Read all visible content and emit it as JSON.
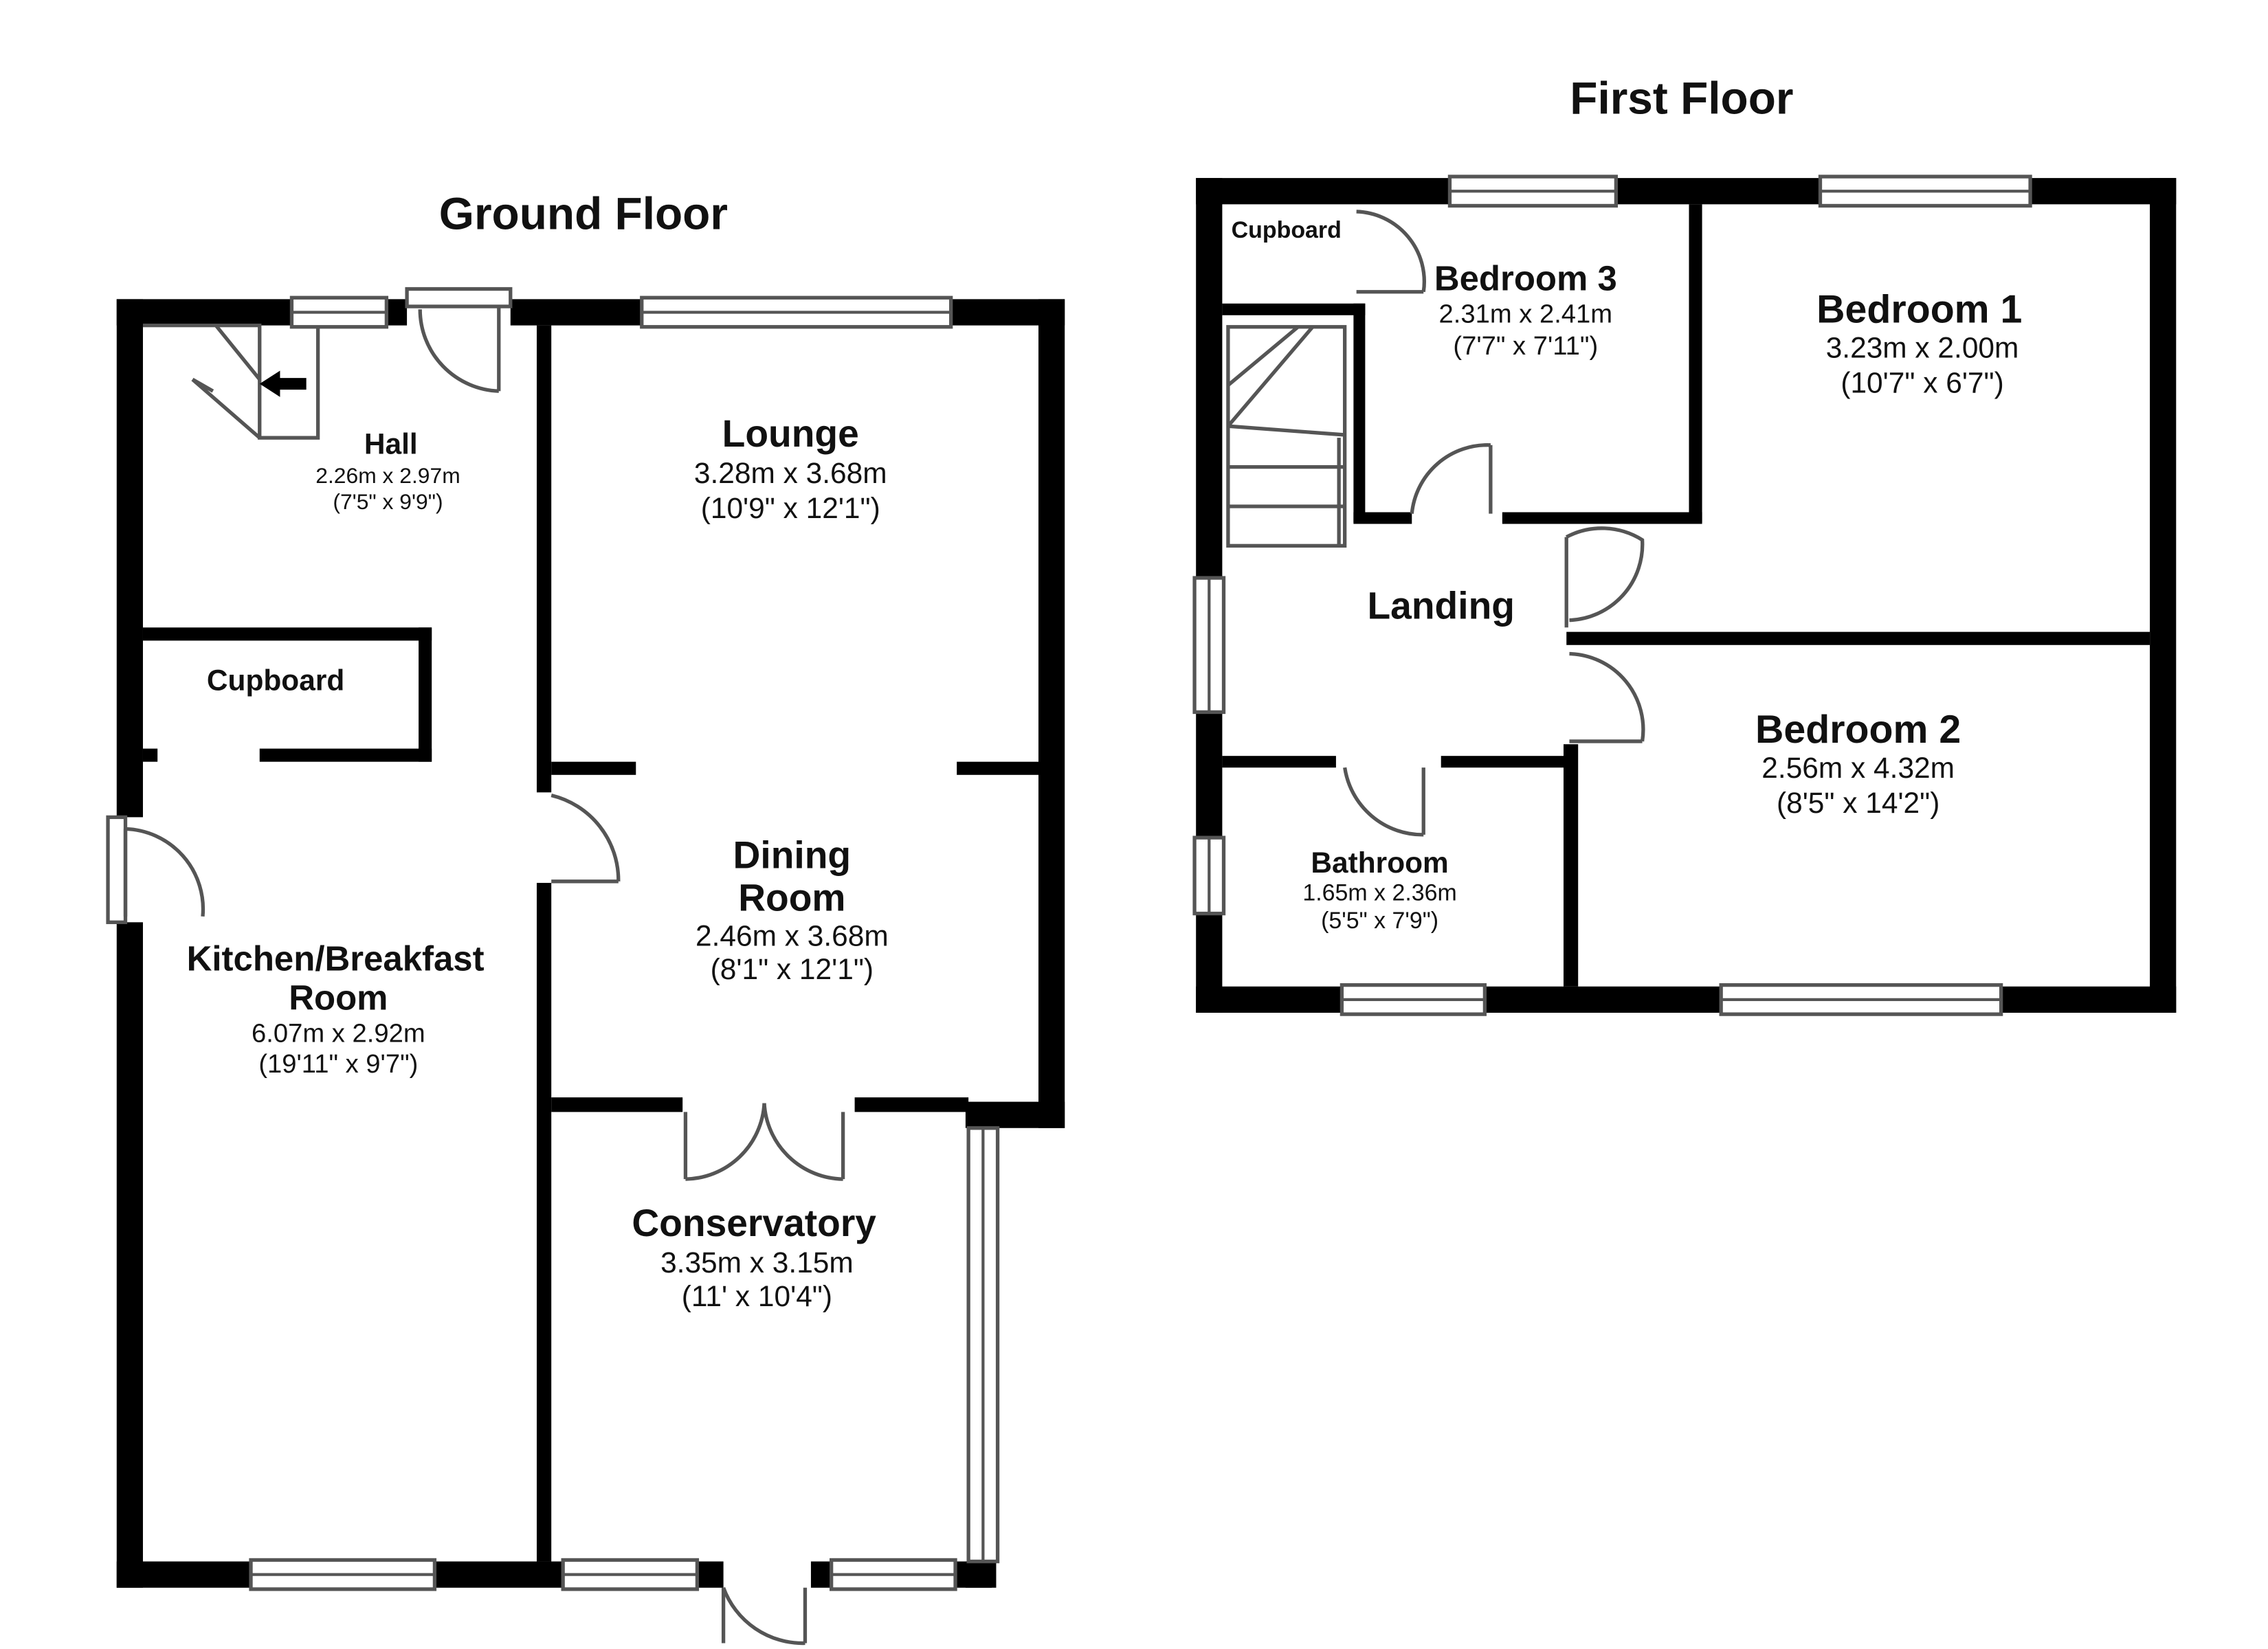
{
  "floors": {
    "ground": {
      "title": "Ground Floor"
    },
    "first": {
      "title": "First Floor"
    }
  },
  "rooms": {
    "hall": {
      "name": "Hall",
      "metric": "2.26m x 2.97m",
      "imperial": "(7'5\" x 9'9\")"
    },
    "ground_cupboard": {
      "name": "Cupboard"
    },
    "kitchen": {
      "name_line1": "Kitchen/Breakfast",
      "name_line2": "Room",
      "metric": "6.07m x 2.92m",
      "imperial": "(19'11\" x 9'7\")"
    },
    "lounge": {
      "name": "Lounge",
      "metric": "3.28m x 3.68m",
      "imperial": "(10'9\" x 12'1\")"
    },
    "dining": {
      "name_line1": "Dining",
      "name_line2": "Room",
      "metric": "2.46m x 3.68m",
      "imperial": "(8'1\" x 12'1\")"
    },
    "conservatory": {
      "name": "Conservatory",
      "metric": "3.35m x 3.15m",
      "imperial": "(11' x 10'4\")"
    },
    "first_cupboard": {
      "name": "Cupboard"
    },
    "bedroom3": {
      "name": "Bedroom 3",
      "metric": "2.31m x 2.41m",
      "imperial": "(7'7\" x 7'11\")"
    },
    "bedroom1": {
      "name": "Bedroom 1",
      "metric": "3.23m x 2.00m",
      "imperial": "(10'7\" x 6'7\")"
    },
    "landing": {
      "name": "Landing"
    },
    "bedroom2": {
      "name": "Bedroom 2",
      "metric": "2.56m x 4.32m",
      "imperial": "(8'5\" x 14'2\")"
    },
    "bathroom": {
      "name": "Bathroom",
      "metric": "1.65m x 2.36m",
      "imperial": "(5'5\" x 7'9\")"
    }
  }
}
